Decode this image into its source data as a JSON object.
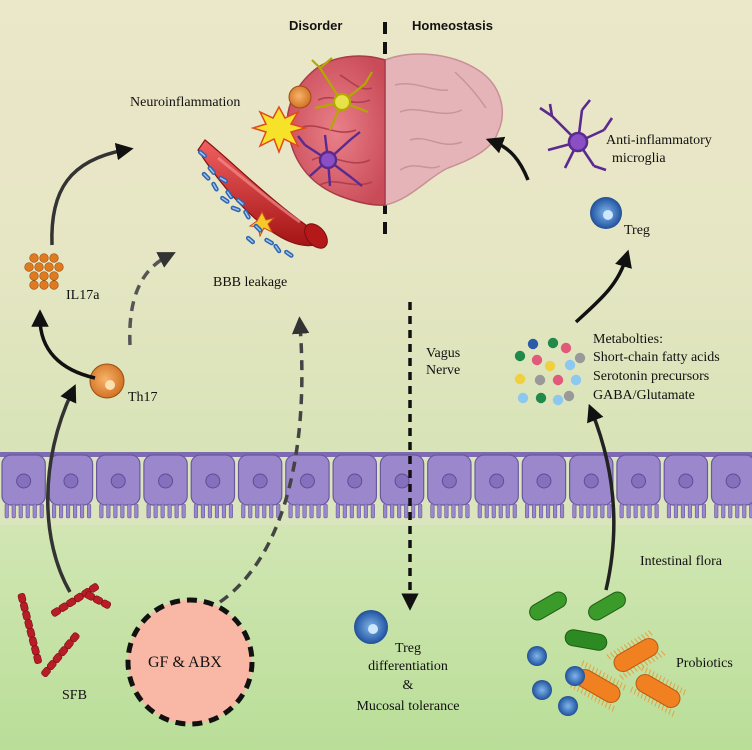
{
  "headers": {
    "disorder": "Disorder",
    "homeostasis": "Homeostasis"
  },
  "labels": {
    "neuroinflammation": "Neuroinflammation",
    "bbb_leakage": "BBB leakage",
    "il17a": "IL17a",
    "th17": "Th17",
    "sfb": "SFB",
    "gf_abx": "GF & ABX",
    "anti_inflammatory_line1": "Anti-inflammatory",
    "anti_inflammatory_line2": "microglia",
    "treg": "Treg",
    "vagus_line1": "Vagus",
    "vagus_line2": "Nerve",
    "metabolites_title": "Metabolties:",
    "metabolite_1": "Short-chain fatty acids",
    "metabolite_2": "Serotonin precursors",
    "metabolite_3": "GABA/Glutamate",
    "intestinal_flora": "Intestinal flora",
    "probiotics": "Probiotics",
    "treg_diff_line1": "Treg",
    "treg_diff_line2": "differentiation",
    "treg_diff_line3": "&",
    "treg_diff_line4": "Mucosal tolerance"
  },
  "colors": {
    "upper_bg": "#ece8cc",
    "lower_bg": "#bfe0a0",
    "epithelium": "#9b88cc",
    "brain_disorder": "#d8636f",
    "brain_homeostasis": "#e6b7bb",
    "vessel": "#d62a2a",
    "th17": "#e88a3a",
    "treg": "#2b5aa8",
    "microglia": "#7a3cb0",
    "sfb": "#c0202a",
    "gf_abx_fill": "#f8b8a8"
  }
}
